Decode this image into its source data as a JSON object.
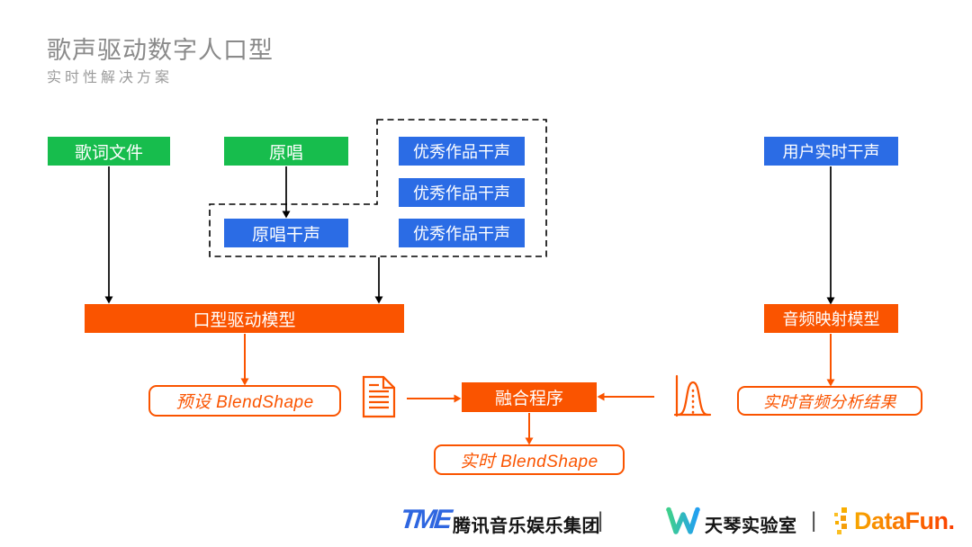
{
  "slide": {
    "title": "歌声驱动数字人口型",
    "subtitle": "实时性解决方案"
  },
  "nodes": {
    "lyrics_file": {
      "label": "歌词文件"
    },
    "original_song": {
      "label": "原唱"
    },
    "excellent_work_dry": {
      "label": "优秀作品干声"
    },
    "original_dry": {
      "label": "原唱干声"
    },
    "user_realtime_dry": {
      "label": "用户实时干声"
    },
    "lip_drive_model": {
      "label": "口型驱动模型"
    },
    "audio_mapping_model": {
      "label": "音频映射模型"
    },
    "preset_blendshape": {
      "label": "预设 BlendShape"
    },
    "fusion_program": {
      "label": "融合程序"
    },
    "realtime_audio_result": {
      "label": "实时音频分析结果"
    },
    "realtime_blendshape": {
      "label": "实时 BlendShape"
    }
  },
  "edges": [
    {
      "from": "lyrics_file",
      "to": "lip_drive_model",
      "color": "black"
    },
    {
      "from": "original_song",
      "to": "original_dry",
      "color": "black"
    },
    {
      "from": "dry_voice_group",
      "to": "lip_drive_model",
      "color": "black"
    },
    {
      "from": "user_realtime_dry",
      "to": "audio_mapping_model",
      "color": "black"
    },
    {
      "from": "lip_drive_model",
      "to": "preset_blendshape",
      "color": "orange"
    },
    {
      "from": "document_icon",
      "to": "fusion_program",
      "color": "orange"
    },
    {
      "from": "bell_curve_icon",
      "to": "fusion_program",
      "color": "orange"
    },
    {
      "from": "fusion_program",
      "to": "realtime_blendshape",
      "color": "orange"
    },
    {
      "from": "audio_mapping_model",
      "to": "realtime_audio_result",
      "color": "orange"
    }
  ],
  "icons": {
    "document": "document-icon",
    "bell_curve": "bell-curve-icon"
  },
  "colors": {
    "green": "#17bd4d",
    "blue": "#2b6ce5",
    "orange": "#fa5400",
    "line_black": "#000000",
    "title_gray": "#8a8a8a"
  },
  "footer": {
    "tme_logo_text": "TME",
    "tme_name": "腾讯音乐娱乐集团",
    "separator": "|",
    "tianqin_name": "天琴实验室",
    "datafun_name": "DataFun."
  }
}
